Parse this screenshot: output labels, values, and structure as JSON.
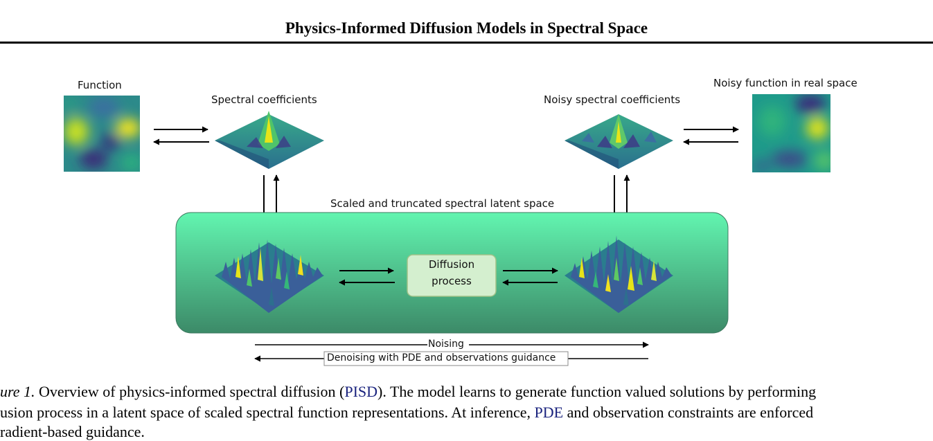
{
  "header": {
    "title": "Physics-Informed Diffusion Models in Spectral Space"
  },
  "figure": {
    "label_function": "Function",
    "label_spectral": "Spectral coefficients",
    "label_noisy_spectral": "Noisy spectral coefficients",
    "label_noisy_real": "Noisy function in real space",
    "label_latent": "Scaled and truncated spectral latent space",
    "diffusion_line1": "Diffusion",
    "diffusion_line2": "process",
    "noising": "Noising",
    "denoising": "Denoising with PDE and observations guidance",
    "colors": {
      "latent_top": "#62f5b0",
      "latent_bottom": "#3c8a68",
      "viridis_dark": "#440154",
      "viridis_mid": "#21918c",
      "viridis_bright": "#fde725"
    }
  },
  "caption": {
    "line1_lead": "ure 1.",
    "line1_a": "Overview of physics-informed spectral diffusion (",
    "line1_link": "PISD",
    "line1_b": "). The model learns to generate function valued solutions by performing",
    "line2_a": "usion process in a latent space of scaled spectral function representations. At inference,",
    "line2_link": "PDE",
    "line2_b": "and observation constraints are enforced",
    "line3": "radient-based guidance."
  }
}
